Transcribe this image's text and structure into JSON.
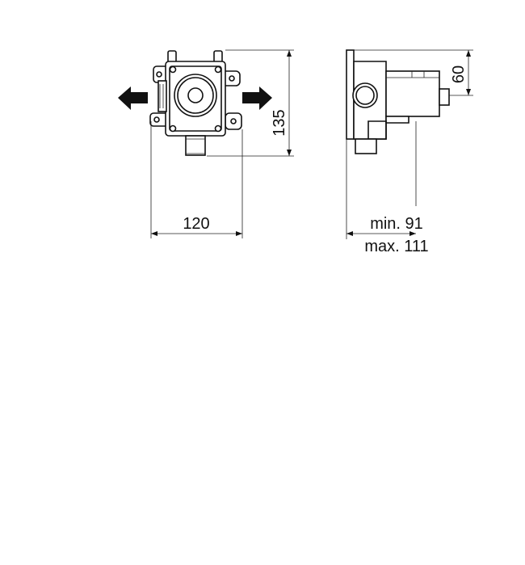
{
  "dimensions": {
    "front_width": "120",
    "front_height": "135",
    "side_offset": "60",
    "side_depth_min": "min. 91",
    "side_depth_max": "max. 111"
  },
  "icons": {
    "left_arrow": "arrow-left-icon",
    "right_arrow": "arrow-right-icon"
  },
  "colors": {
    "line": "#111111",
    "background": "#ffffff"
  }
}
